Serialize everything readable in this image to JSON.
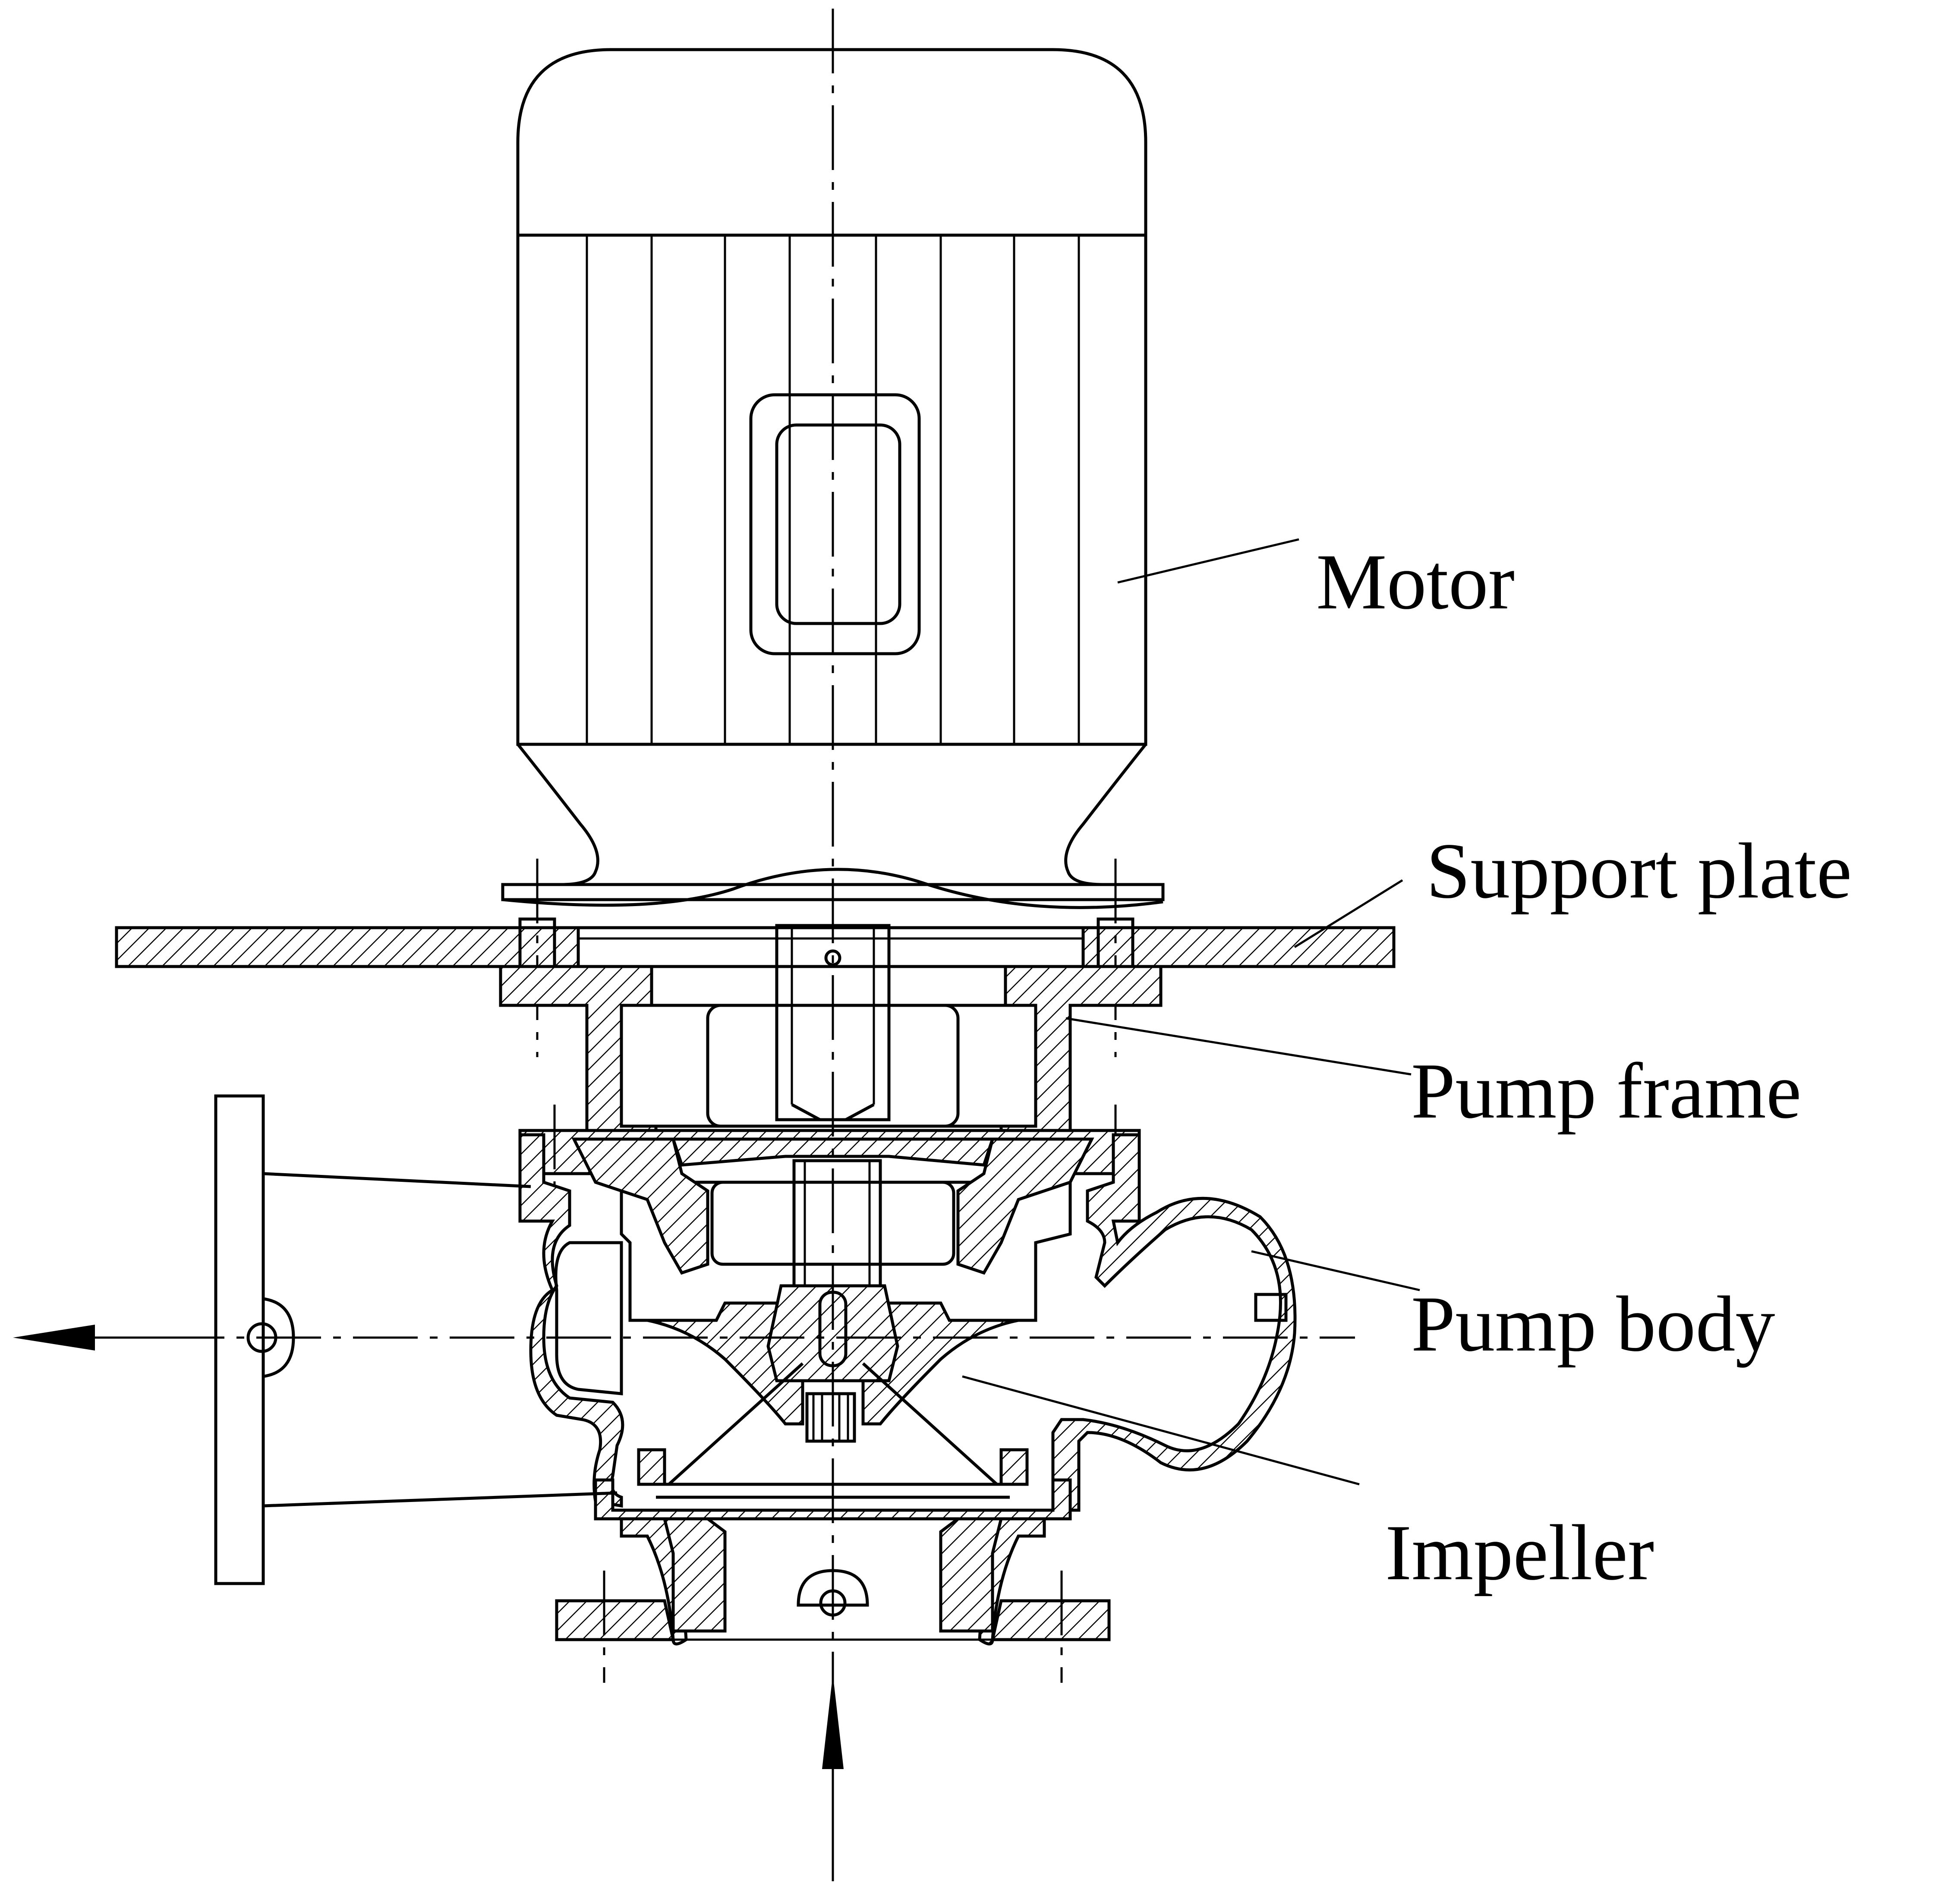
{
  "labels": {
    "motor": "Motor",
    "support_plate": "Support plate",
    "pump_frame": "Pump frame",
    "pump_body": "Pump body",
    "impeller": "Impeller"
  },
  "flow": {
    "inlet_arrow": "up-arrow",
    "outlet_arrow": "left-arrow"
  },
  "style": {
    "line_color": "#000000",
    "background": "#ffffff"
  }
}
